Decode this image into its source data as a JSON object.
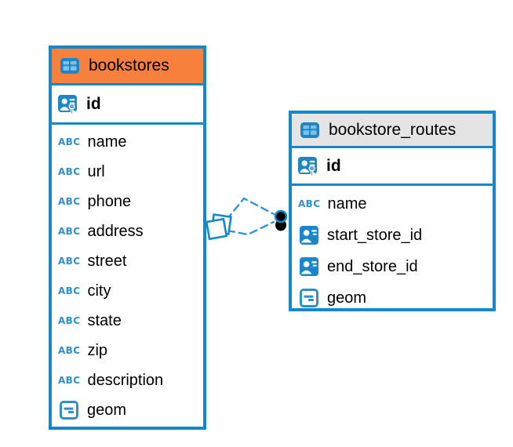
{
  "canvas": {
    "background": "#ffffff"
  },
  "colors": {
    "entity_border": "#1389CA",
    "bookstores_header_bg": "#F6813E",
    "routes_header_bg": "#E4E4E4",
    "icon_blue": "#1C86C8",
    "icon_light_blue": "#7CC0E8",
    "type_text_blue": "#2E8FCB",
    "link_line_blue": "#2E96D5",
    "text": "#000000"
  },
  "icons": {
    "text_type_label": "ABC"
  },
  "tables": [
    {
      "name": "bookstores",
      "primary_key": "id",
      "columns": [
        {
          "label": "name",
          "type": "text"
        },
        {
          "label": "url",
          "type": "text"
        },
        {
          "label": "phone",
          "type": "text"
        },
        {
          "label": "address",
          "type": "text"
        },
        {
          "label": "street",
          "type": "text"
        },
        {
          "label": "city",
          "type": "text"
        },
        {
          "label": "state",
          "type": "text"
        },
        {
          "label": "zip",
          "type": "text"
        },
        {
          "label": "description",
          "type": "text"
        },
        {
          "label": "geom",
          "type": "geometry"
        }
      ]
    },
    {
      "name": "bookstore_routes",
      "primary_key": "id",
      "columns": [
        {
          "label": "name",
          "type": "text"
        },
        {
          "label": "start_store_id",
          "type": "reference"
        },
        {
          "label": "end_store_id",
          "type": "reference"
        },
        {
          "label": "geom",
          "type": "geometry"
        }
      ]
    }
  ],
  "relationships": {
    "line_style": "dashed",
    "line_count": 2,
    "description": "bookstore_routes references bookstores id"
  }
}
